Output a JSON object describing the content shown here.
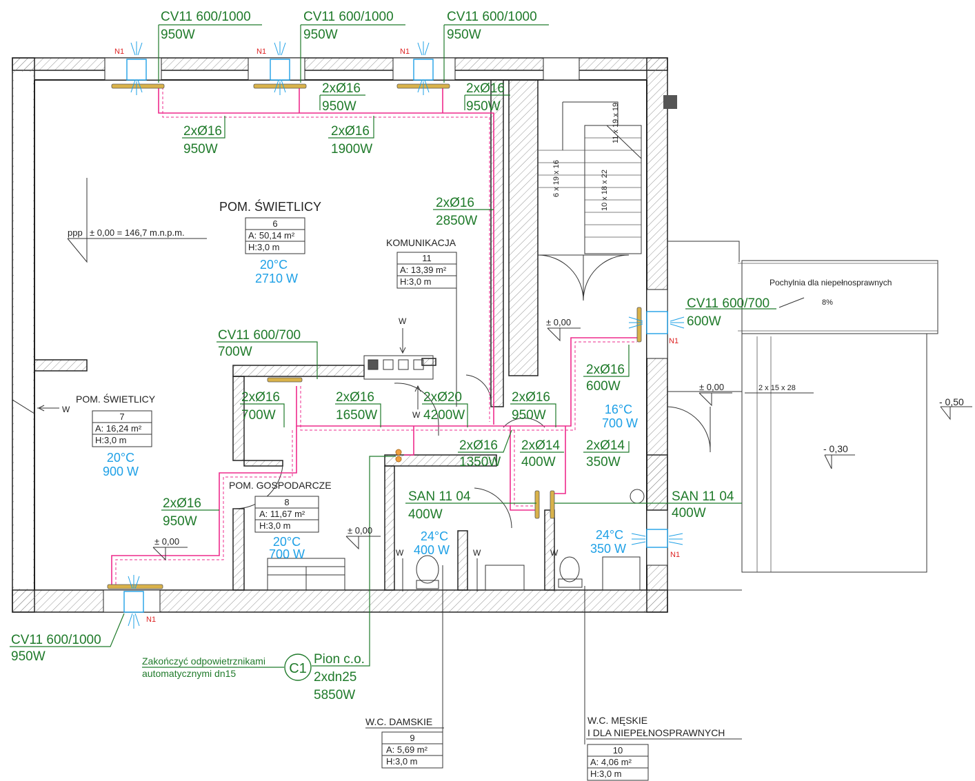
{
  "colors": {
    "green": "#1f7a2a",
    "blue": "#1ea0e6",
    "pipe": "#ee2a8c",
    "radiator": "#d9b24a"
  },
  "radiators": {
    "top1": {
      "model": "CV11 600/1000",
      "power": "950W",
      "tag": "N1"
    },
    "top2": {
      "model": "CV11 600/1000",
      "power": "950W",
      "tag": "N1"
    },
    "top3": {
      "model": "CV11 600/1000",
      "power": "950W",
      "tag": "N1"
    },
    "right": {
      "model": "CV11 600/700",
      "power": "600W",
      "tag": "N1"
    },
    "mid": {
      "model": "CV11 600/700",
      "power": "700W"
    },
    "bottom": {
      "model": "CV11 600/1000",
      "power": "950W",
      "tag": "N1"
    },
    "san1": {
      "model": "SAN 11 04",
      "power": "400W"
    },
    "san2": {
      "model": "SAN 11 04",
      "power": "400W",
      "tag": "N1"
    }
  },
  "pipes": [
    {
      "d": "2xØ16",
      "p": "950W"
    },
    {
      "d": "2xØ16",
      "p": "950W"
    },
    {
      "d": "2xØ16",
      "p": "950W"
    },
    {
      "d": "2xØ16",
      "p": "1900W"
    },
    {
      "d": "2xØ16",
      "p": "2850W"
    },
    {
      "d": "2xØ16",
      "p": "600W"
    },
    {
      "d": "2xØ16",
      "p": "700W"
    },
    {
      "d": "2xØ16",
      "p": "1650W"
    },
    {
      "d": "2xØ20",
      "p": "4200W"
    },
    {
      "d": "2xØ16",
      "p": "950W"
    },
    {
      "d": "2xØ16",
      "p": "1350W"
    },
    {
      "d": "2xØ14",
      "p": "400W"
    },
    {
      "d": "2xØ14",
      "p": "350W"
    },
    {
      "d": "2xØ16",
      "p": "950W"
    }
  ],
  "rooms": {
    "r6": {
      "name": "POM. ŚWIETLICY",
      "num": "6",
      "area": "A: 50,14 m²",
      "height": "H:3,0 m",
      "temp": "20°C",
      "power": "2710 W"
    },
    "r11": {
      "name": "KOMUNIKACJA",
      "num": "11",
      "area": "A: 13,39 m²",
      "height": "H:3,0 m"
    },
    "r7": {
      "name": "POM. ŚWIETLICY",
      "num": "7",
      "area": "A: 16,24 m²",
      "height": "H:3,0 m",
      "temp": "20°C",
      "power": "900 W"
    },
    "r8": {
      "name": "POM. GOSPODARCZE",
      "num": "8",
      "area": "A: 11,67 m²",
      "height": "H:3,0 m",
      "temp": "20°C",
      "power": "700 W"
    },
    "r9": {
      "name": "W.C. DAMSKIE",
      "num": "9",
      "area": "A: 5,69 m²",
      "height": "H:3,0 m",
      "temp": "24°C",
      "power": "400 W"
    },
    "r10": {
      "name1": "W.C. MĘSKIE",
      "name2": "I DLA NIEPEŁNOSPRAWNYCH",
      "num": "10",
      "area": "A: 4,06 m²",
      "height": "H:3,0 m",
      "temp": "24°C",
      "power": "350 W"
    },
    "hall": {
      "temp": "16°C",
      "power": "700 W"
    }
  },
  "levels": {
    "ppp": "ppp",
    "ppp_value": "± 0,00 = 146,7 m.n.p.m.",
    "l1": "± 0,00",
    "l2": "± 0,00",
    "l3": "± 0,00",
    "l4": "± 0,00",
    "l5": "- 0,50",
    "l6": "- 0,30"
  },
  "ramp": {
    "label": "Pochylnia dla niepełnosprawnych",
    "slope": "8%"
  },
  "stairs": {
    "s1": "11 x 19 x 19",
    "s2": "6 x 19 x 16",
    "s3": "10 x 18 x 22",
    "s4": "2 x 15 x 28"
  },
  "riser": {
    "note1": "Zakończyć odpowietrznikami",
    "note2": "automatycznymi dn15",
    "symbol": "C1",
    "title": "Pion c.o.",
    "size": "2xdn25",
    "power": "5850W"
  },
  "misc": {
    "w": "W"
  }
}
